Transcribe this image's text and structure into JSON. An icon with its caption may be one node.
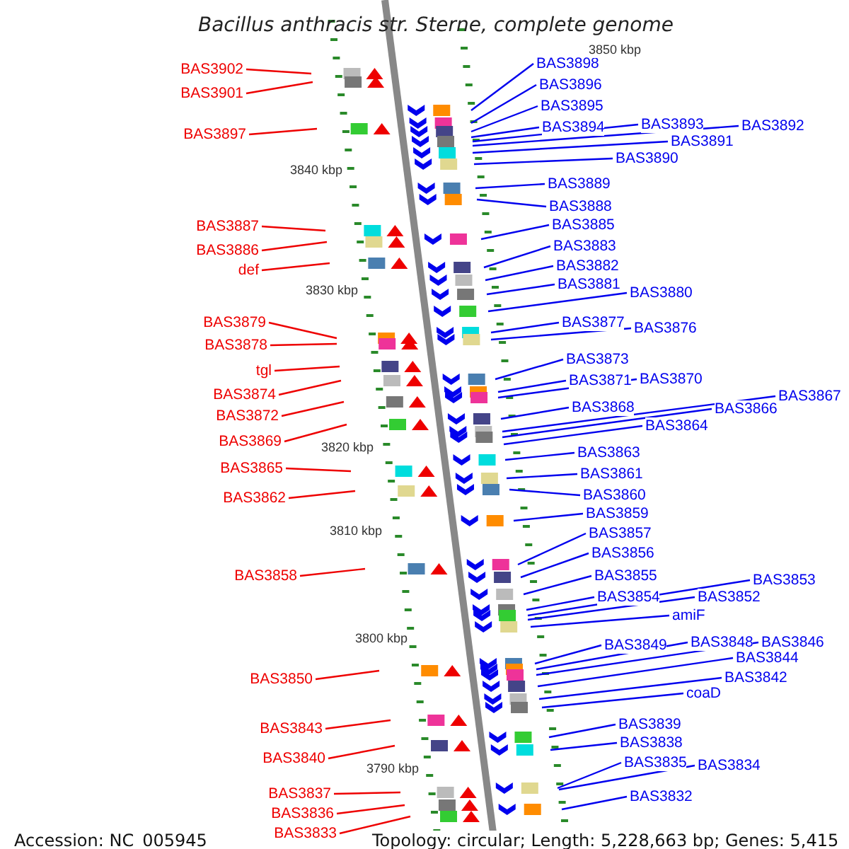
{
  "diagram": {
    "title": "Bacillus anthracis str. Sterne, complete genome",
    "nodes": [
      {
        "text": [
          "BAS3902"
        ]
      },
      {
        "text": [
          "BAS3901"
        ]
      },
      {
        "text": [
          "BAS3897"
        ]
      },
      {
        "text": [
          "BAS3887"
        ]
      },
      {
        "text": [
          "BAS3886"
        ]
      },
      {
        "text": [
          "def"
        ]
      },
      {
        "text": [
          "BAS3879"
        ]
      },
      {
        "text": [
          "BAS3878"
        ]
      },
      {
        "text": [
          "tgl"
        ]
      },
      {
        "text": [
          "BAS3874"
        ]
      },
      {
        "text": [
          "BAS3872"
        ]
      },
      {
        "text": [
          "BAS3869"
        ]
      },
      {
        "text": [
          "BAS3865"
        ]
      },
      {
        "text": [
          "BAS3862"
        ]
      },
      {
        "text": [
          "BAS3858"
        ]
      },
      {
        "text": [
          "BAS3850"
        ]
      },
      {
        "text": [
          "BAS3843"
        ]
      },
      {
        "text": [
          "BAS3840"
        ]
      },
      {
        "text": [
          "BAS3837"
        ]
      },
      {
        "text": [
          "BAS3836"
        ]
      },
      {
        "text": [
          "BAS3833"
        ]
      },
      {
        "text": [
          "BAS3898"
        ]
      },
      {
        "text": [
          "BAS3896"
        ]
      },
      {
        "text": [
          "BAS3895"
        ]
      },
      {
        "text": [
          "BAS3894"
        ]
      },
      {
        "text": [
          "BAS3893"
        ]
      },
      {
        "text": [
          "BAS3892"
        ]
      },
      {
        "text": [
          "BAS3891"
        ]
      },
      {
        "text": [
          "BAS3890"
        ]
      },
      {
        "text": [
          "BAS3889"
        ]
      },
      {
        "text": [
          "BAS3888"
        ]
      },
      {
        "text": [
          "BAS3885"
        ]
      },
      {
        "text": [
          "BAS3883"
        ]
      },
      {
        "text": [
          "BAS3882"
        ]
      },
      {
        "text": [
          "BAS3881"
        ]
      },
      {
        "text": [
          "BAS3880"
        ]
      },
      {
        "text": [
          "BAS3877"
        ]
      },
      {
        "text": [
          "BAS3876"
        ]
      },
      {
        "text": [
          "BAS3873"
        ]
      },
      {
        "text": [
          "BAS3871"
        ]
      },
      {
        "text": [
          "BAS3870"
        ]
      },
      {
        "text": [
          "BAS3868"
        ]
      },
      {
        "text": [
          "BAS3867"
        ]
      },
      {
        "text": [
          "BAS3866"
        ]
      },
      {
        "text": [
          "BAS3864"
        ]
      },
      {
        "text": [
          "BAS3863"
        ]
      },
      {
        "text": [
          "BAS3861"
        ]
      },
      {
        "text": [
          "BAS3860"
        ]
      },
      {
        "text": [
          "BAS3859"
        ]
      },
      {
        "text": [
          "BAS3857"
        ]
      },
      {
        "text": [
          "BAS3856"
        ]
      },
      {
        "text": [
          "BAS3855"
        ]
      },
      {
        "text": [
          "BAS3854"
        ]
      },
      {
        "text": [
          "BAS3853"
        ]
      },
      {
        "text": [
          "BAS3852"
        ]
      },
      {
        "text": [
          "amiF"
        ]
      },
      {
        "text": [
          "BAS3849"
        ]
      },
      {
        "text": [
          "BAS3848"
        ]
      },
      {
        "text": [
          "BAS3846"
        ]
      },
      {
        "text": [
          "BAS3844"
        ]
      },
      {
        "text": [
          "BAS3842"
        ]
      },
      {
        "text": [
          "coaD"
        ]
      },
      {
        "text": [
          "BAS3839"
        ]
      },
      {
        "text": [
          "BAS3838"
        ]
      },
      {
        "text": [
          "BAS3835"
        ]
      },
      {
        "text": [
          "BAS3834"
        ]
      },
      {
        "text": [
          "BAS3832"
        ]
      }
    ],
    "edges": [
      {
        "from": 0,
        "to": null,
        "arrow": "none",
        "color": "#ee0000"
      },
      {
        "from": 1,
        "to": null,
        "arrow": "none",
        "color": "#ee0000"
      },
      {
        "from": 2,
        "to": null,
        "arrow": "none",
        "color": "#ee0000"
      },
      {
        "from": 3,
        "to": null,
        "arrow": "none",
        "color": "#ee0000"
      },
      {
        "from": 4,
        "to": null,
        "arrow": "none",
        "color": "#ee0000"
      },
      {
        "from": 5,
        "to": null,
        "arrow": "none",
        "color": "#ee0000"
      },
      {
        "from": 6,
        "to": null,
        "arrow": "none",
        "color": "#ee0000"
      },
      {
        "from": 7,
        "to": null,
        "arrow": "none",
        "color": "#ee0000"
      },
      {
        "from": 8,
        "to": null,
        "arrow": "none",
        "color": "#ee0000"
      },
      {
        "from": 9,
        "to": null,
        "arrow": "none",
        "color": "#ee0000"
      },
      {
        "from": 10,
        "to": null,
        "arrow": "none",
        "color": "#ee0000"
      },
      {
        "from": 11,
        "to": null,
        "arrow": "none",
        "color": "#ee0000"
      },
      {
        "from": 12,
        "to": null,
        "arrow": "none",
        "color": "#ee0000"
      },
      {
        "from": 13,
        "to": null,
        "arrow": "none",
        "color": "#ee0000"
      },
      {
        "from": 14,
        "to": null,
        "arrow": "none",
        "color": "#ee0000"
      },
      {
        "from": 15,
        "to": null,
        "arrow": "none",
        "color": "#ee0000"
      },
      {
        "from": 16,
        "to": null,
        "arrow": "none",
        "color": "#ee0000"
      },
      {
        "from": 17,
        "to": null,
        "arrow": "none",
        "color": "#ee0000"
      },
      {
        "from": 18,
        "to": null,
        "arrow": "none",
        "color": "#ee0000"
      },
      {
        "from": 19,
        "to": null,
        "arrow": "none",
        "color": "#ee0000"
      },
      {
        "from": 20,
        "to": null,
        "arrow": "none",
        "color": "#ee0000"
      },
      {
        "from": 21,
        "to": null,
        "arrow": "none"
      },
      {
        "from": 22,
        "to": null,
        "arrow": "none"
      },
      {
        "from": 23,
        "to": null,
        "arrow": "none"
      },
      {
        "from": 24,
        "to": null,
        "arrow": "none"
      },
      {
        "from": 25,
        "to": null,
        "arrow": "none"
      },
      {
        "from": 26,
        "to": null,
        "arrow": "none"
      },
      {
        "from": 27,
        "to": null,
        "arrow": "none"
      },
      {
        "from": 28,
        "to": null,
        "arrow": "none"
      },
      {
        "from": 29,
        "to": null,
        "arrow": "none"
      },
      {
        "from": 30,
        "to": null,
        "arrow": "none"
      },
      {
        "from": 31,
        "to": null,
        "arrow": "none"
      },
      {
        "from": 32,
        "to": null,
        "arrow": "none"
      },
      {
        "from": 33,
        "to": null,
        "arrow": "none"
      },
      {
        "from": 34,
        "to": null,
        "arrow": "none"
      },
      {
        "from": 35,
        "to": null,
        "arrow": "none"
      },
      {
        "from": 36,
        "to": null,
        "arrow": "none"
      },
      {
        "from": 37,
        "to": null,
        "arrow": "none"
      },
      {
        "from": 38,
        "to": null,
        "arrow": "none"
      },
      {
        "from": 39,
        "to": null,
        "arrow": "none"
      },
      {
        "from": 40,
        "to": null,
        "arrow": "none"
      },
      {
        "from": 41,
        "to": null,
        "arrow": "none"
      },
      {
        "from": 42,
        "to": null,
        "arrow": "none"
      },
      {
        "from": 43,
        "to": null,
        "arrow": "none"
      },
      {
        "from": 44,
        "to": null,
        "arrow": "none"
      },
      {
        "from": 45,
        "to": null,
        "arrow": "none"
      },
      {
        "from": 46,
        "to": null,
        "arrow": "none"
      },
      {
        "from": 47,
        "to": null,
        "arrow": "none"
      },
      {
        "from": 48,
        "to": null,
        "arrow": "none"
      },
      {
        "from": 49,
        "to": null,
        "arrow": "none"
      },
      {
        "from": 50,
        "to": null,
        "arrow": "none"
      },
      {
        "from": 51,
        "to": null,
        "arrow": "none"
      },
      {
        "from": 52,
        "to": null,
        "arrow": "none"
      },
      {
        "from": 53,
        "to": null,
        "arrow": "none"
      },
      {
        "from": 54,
        "to": null,
        "arrow": "none"
      },
      {
        "from": 55,
        "to": null,
        "arrow": "none"
      },
      {
        "from": 56,
        "to": null,
        "arrow": "none"
      },
      {
        "from": 57,
        "to": null,
        "arrow": "none"
      },
      {
        "from": 58,
        "to": null,
        "arrow": "none"
      },
      {
        "from": 59,
        "to": null,
        "arrow": "none"
      },
      {
        "from": 60,
        "to": null,
        "arrow": "none"
      },
      {
        "from": 61,
        "to": null,
        "arrow": "none"
      },
      {
        "from": 62,
        "to": null,
        "arrow": "none"
      },
      {
        "from": 63,
        "to": null,
        "arrow": "none"
      },
      {
        "from": 64,
        "to": null,
        "arrow": "none"
      },
      {
        "from": 65,
        "to": null,
        "arrow": "none"
      },
      {
        "from": 66,
        "to": null,
        "arrow": "none"
      }
    ],
    "labels": [
      "3850 kbp",
      "3840 kbp",
      "3830 kbp",
      "3820 kbp",
      "3810 kbp",
      "3800 kbp",
      "3790 kbp",
      "Accession: NC_005945",
      "Topology: circular; Length: 5,228,663 bp; Genes: 5,415"
    ]
  }
}
